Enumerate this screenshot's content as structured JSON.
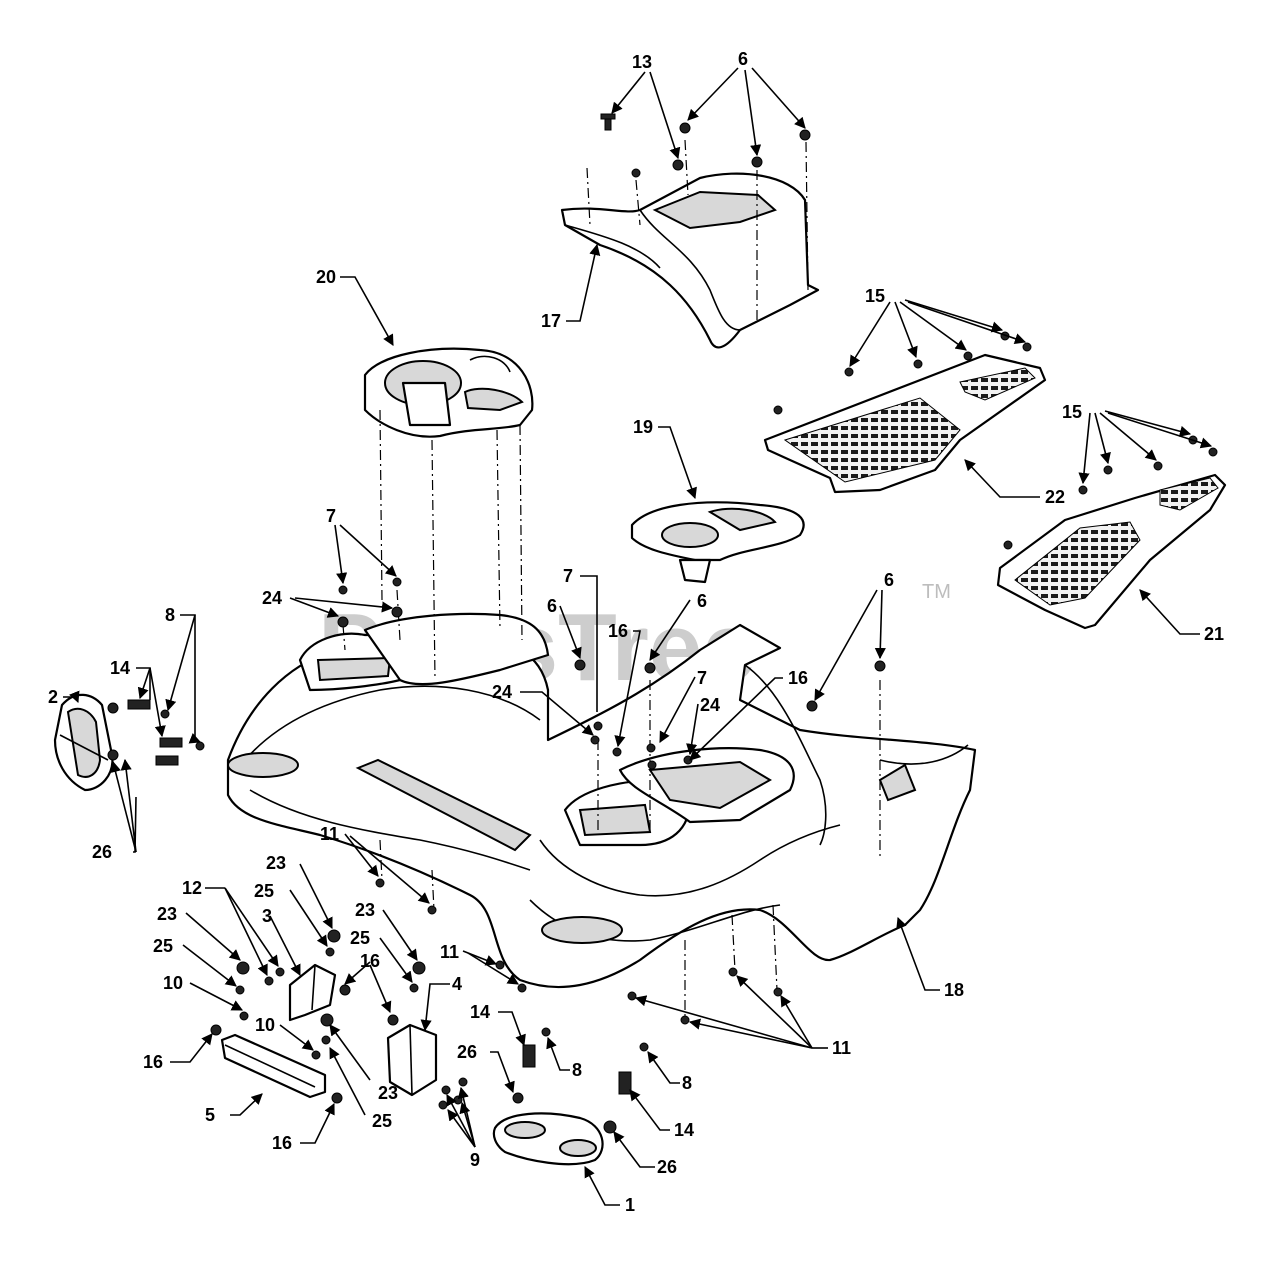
{
  "watermark": {
    "text": "PartsTree",
    "mark": "TM"
  },
  "callouts": {
    "c13": "13",
    "c6a": "6",
    "c20": "20",
    "c17": "17",
    "c15a": "15",
    "c15b": "15",
    "c19": "19",
    "c22": "22",
    "c21": "21",
    "c7a": "7",
    "c24a": "24",
    "c8a": "8",
    "c14a": "14",
    "c2": "2",
    "c26a": "26",
    "c7b": "7",
    "c6b": "6",
    "c6c": "6",
    "c16a": "16",
    "c6d": "6",
    "c24b": "24",
    "c7c": "7",
    "c24c": "24",
    "c16b": "16",
    "c11a": "11",
    "c23a": "23",
    "c12": "12",
    "c25a": "25",
    "c23b": "23",
    "c3": "3",
    "c23c": "23",
    "c25b": "25",
    "c25c": "25",
    "c16c": "16",
    "c4": "4",
    "c10a": "10",
    "c10b": "10",
    "c11b": "11",
    "c16d": "16",
    "c5": "5",
    "c23d": "23",
    "c25d": "25",
    "c16e": "16",
    "c9": "9",
    "c14b": "14",
    "c8b": "8",
    "c26b": "26",
    "c8c": "8",
    "c14c": "14",
    "c26c": "26",
    "c1": "1",
    "c11c": "11",
    "c18": "18"
  }
}
